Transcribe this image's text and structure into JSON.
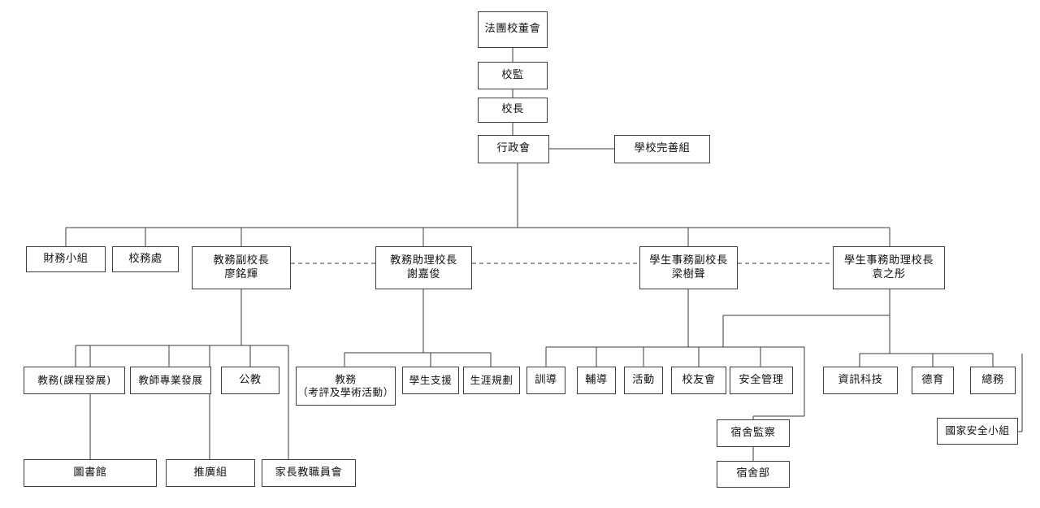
{
  "document": {
    "type": "organization-chart",
    "orientation": "top-down",
    "language": "zh-Hant"
  },
  "nodes": {
    "board": {
      "line1": "法團校董會"
    },
    "supervisor": {
      "line1": "校監"
    },
    "principal": {
      "line1": "校長"
    },
    "admin_council": {
      "line1": "行政會"
    },
    "school_improvement": {
      "line1": "學校完善組"
    },
    "finance_team": {
      "line1": "財務小組"
    },
    "school_office": {
      "line1": "校務處"
    },
    "vp_academic": {
      "line1": "教務副校長",
      "line2": "廖銘輝"
    },
    "ap_academic": {
      "line1": "教務助理校長",
      "line2": "謝嘉俊"
    },
    "vp_student": {
      "line1": "學生事務副校長",
      "line2": "梁樹聲"
    },
    "ap_student": {
      "line1": "學生事務助理校長",
      "line2": "袁之彤"
    },
    "curriculum": {
      "line1": "教務(課程發展)"
    },
    "teacher_dev": {
      "line1": "教師專業發展"
    },
    "civic_edu": {
      "line1": "公教"
    },
    "assessment": {
      "line1": "教務",
      "line2": "（考評及學術活動）"
    },
    "student_support": {
      "line1": "學生支援"
    },
    "career_planning": {
      "line1": "生涯規劃"
    },
    "discipline": {
      "line1": "訓導"
    },
    "guidance": {
      "line1": "輔導"
    },
    "activities": {
      "line1": "活動"
    },
    "alumni": {
      "line1": "校友會"
    },
    "safety_mgmt": {
      "line1": "安全管理"
    },
    "it": {
      "line1": "資訊科技"
    },
    "moral_edu": {
      "line1": "德育"
    },
    "general_affairs": {
      "line1": "總務"
    },
    "national_security": {
      "line1": "國家安全小組"
    },
    "dorm_supervision": {
      "line1": "宿舍監察"
    },
    "dorm_dept": {
      "line1": "宿舍部"
    },
    "library": {
      "line1": "圖書館"
    },
    "promotion": {
      "line1": "推廣組"
    },
    "pta": {
      "line1": "家長教職員會"
    }
  },
  "style": {
    "line_color": "#3a3a3a",
    "box_border": "#3f3f3f",
    "text_color": "#111111",
    "background": "#ffffff"
  }
}
